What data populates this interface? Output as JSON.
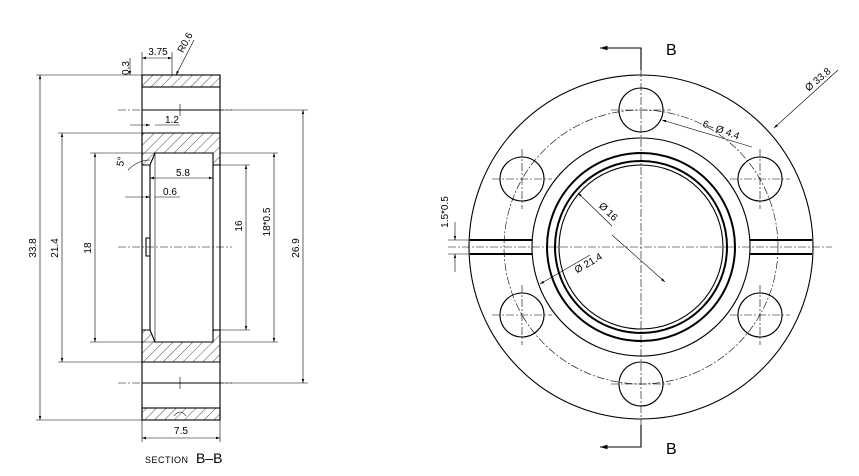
{
  "section_label": "SECTION",
  "section_id": "B–B",
  "section_marker": "B",
  "section_view_dims": {
    "chamfer": "0.3",
    "width_top": "3.75",
    "radius": "R0.6",
    "step": "1.2",
    "angle": "5°",
    "groove_width": "5.8",
    "groove_depth": "0.6",
    "overall_width": "7.5",
    "dia_outer": "33.8",
    "dia_inner_lip": "21.4",
    "dia_bore": "18",
    "dia_groove_bottom": "16",
    "dia_groove_top": "18*0.5",
    "dia_bolt_circle": "26.9"
  },
  "front_view_dims": {
    "dia_outer": "Ø 33.8",
    "holes": "6– Ø 4.4",
    "dia_bore": "Ø 16",
    "dia_ring": "Ø 21.4",
    "slot": "1.5*0.5"
  }
}
